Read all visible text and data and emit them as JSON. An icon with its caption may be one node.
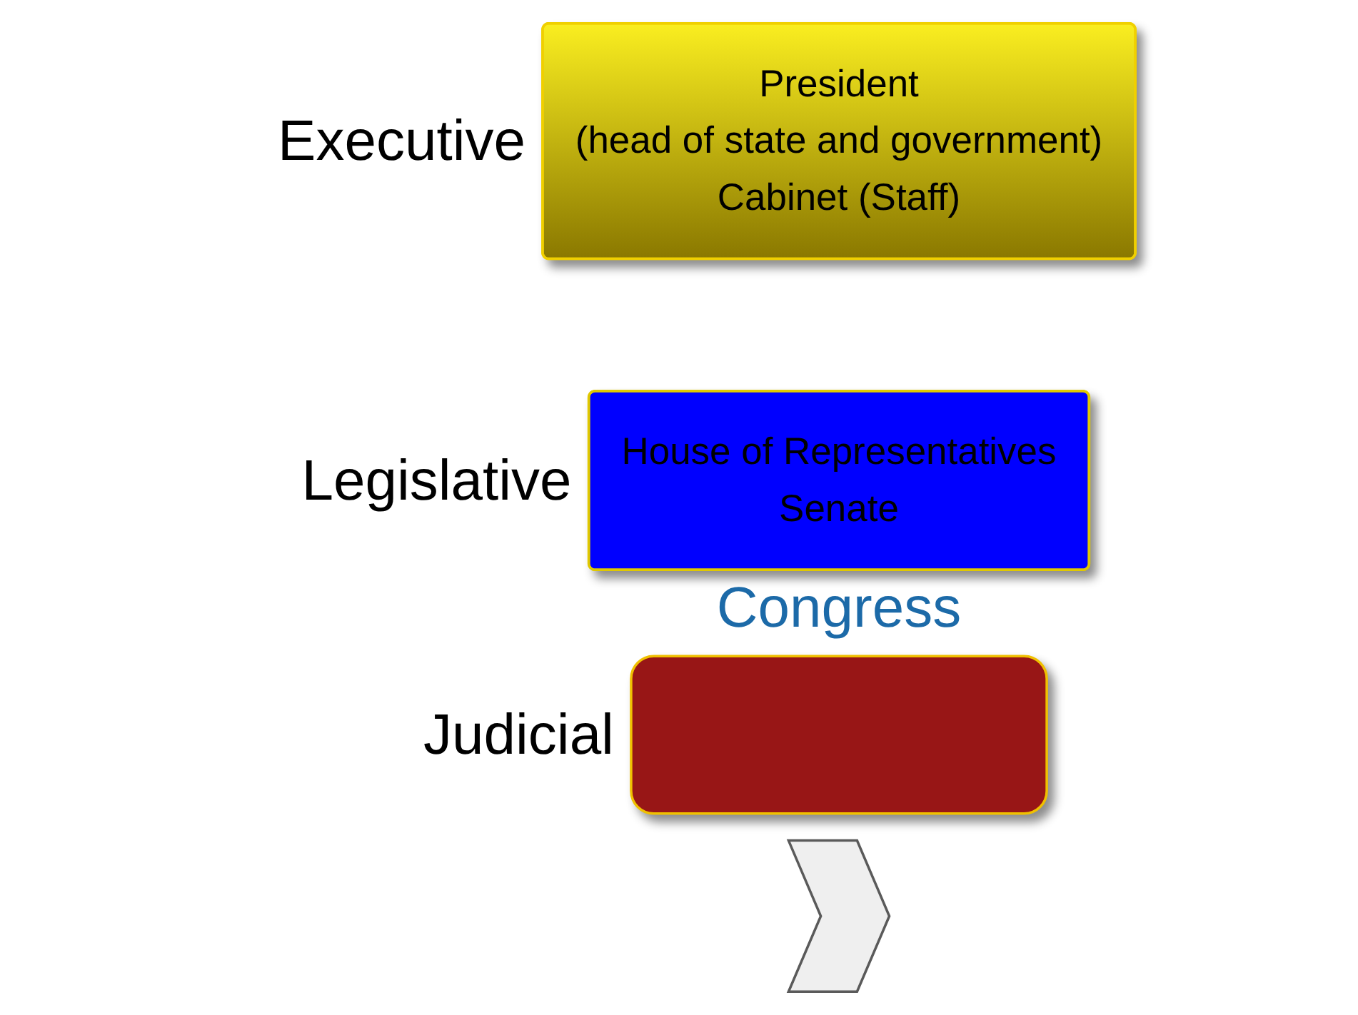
{
  "diagram": {
    "nodes": [
      {
        "text": [
          "President",
          "(head of state and government)",
          "Cabinet (Staff)"
        ],
        "beside": [
          "Executive"
        ]
      },
      {
        "text": [
          "House of Representatives",
          "Senate"
        ],
        "beside": [
          "Legislative",
          "Congress"
        ]
      },
      {
        "text": [],
        "shape": "box",
        "beside": [
          "Judicial"
        ]
      },
      {
        "text": [],
        "shape": "chevron"
      }
    ]
  }
}
